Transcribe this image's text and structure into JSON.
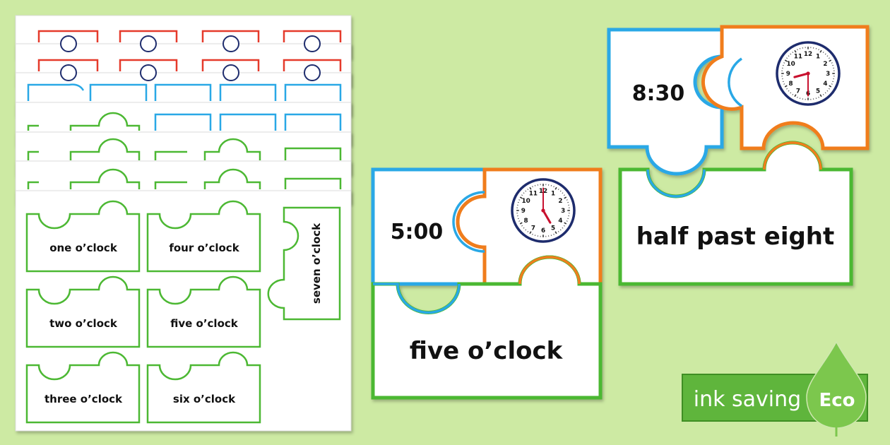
{
  "sheet_labels": [
    "one o’clock",
    "four o’clock",
    "seven o’clock",
    "two o’clock",
    "five o’clock",
    "three o’clock",
    "six o’clock"
  ],
  "puzzle_one": {
    "time": "5:00",
    "words": "five o’clock",
    "clock": {
      "hour": 5,
      "minute": 0
    }
  },
  "puzzle_two": {
    "time": "8:30",
    "words": "half past eight",
    "clock": {
      "hour": 8,
      "minute": 30
    }
  },
  "clock_numerals": [
    "12",
    "1",
    "2",
    "3",
    "4",
    "5",
    "6",
    "7",
    "8",
    "9",
    "10",
    "11"
  ],
  "badge": {
    "text": "ink saving",
    "eco": "Eco"
  },
  "colors": {
    "background": "#cdeaa3",
    "blue": "#29a8e6",
    "orange": "#f07d1e",
    "green": "#4cb833",
    "red": "#e53a2b",
    "badge": "#5fb53c",
    "clock_rim": "#1e2c6d",
    "clock_hand": "#c8102e"
  }
}
